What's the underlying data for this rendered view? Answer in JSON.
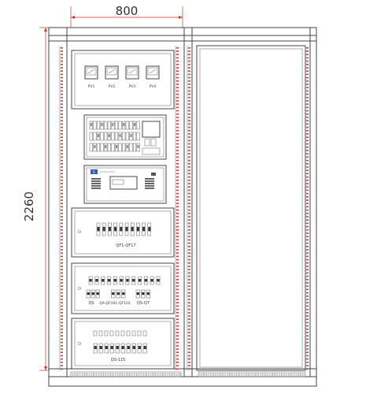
{
  "dimensions": {
    "width_label": "800",
    "height_label": "2260"
  },
  "meters": {
    "labels": [
      "PV1",
      "PV2",
      "PV3",
      "PV4"
    ]
  },
  "controller": {
    "brand": "K"
  },
  "panel_4": {
    "label": "QF1-QF17"
  },
  "panel_5": {
    "label_left": "QS",
    "label_mid": "QA-QF101-QF102",
    "label_right": "QS-Q7"
  },
  "panel_6": {
    "label": "QS-115"
  },
  "colors": {
    "frame": "#444444",
    "dimension": "#c0392b",
    "rail_holes": "#d33a3a",
    "accent_blue": "#2a5bbf"
  }
}
